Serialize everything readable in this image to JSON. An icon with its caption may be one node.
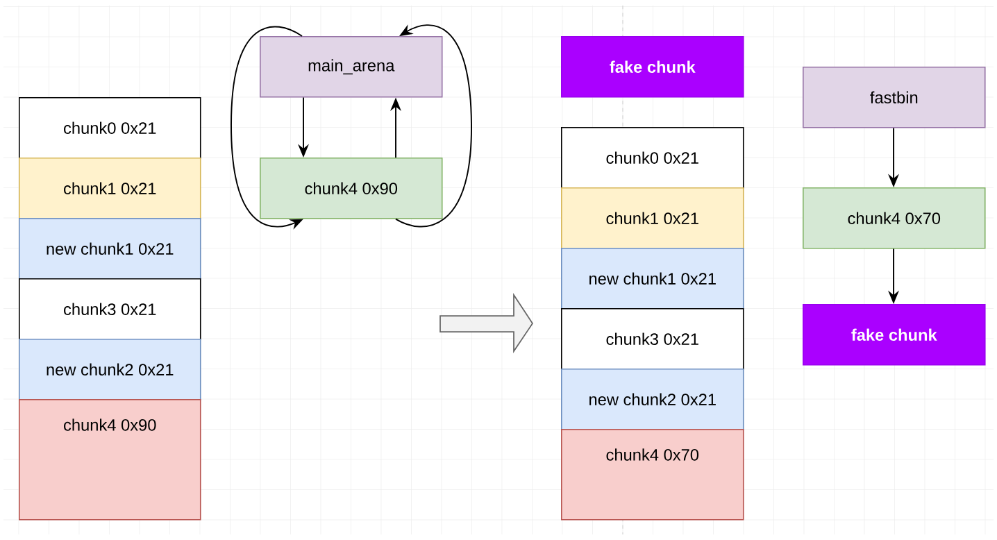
{
  "diagram": {
    "nodes": [
      {
        "text": [
          "chunk0 0x21"
        ]
      },
      {
        "text": [
          "chunk1 0x21"
        ]
      },
      {
        "text": [
          "new chunk1 0x21"
        ]
      },
      {
        "text": [
          "chunk3 0x21"
        ]
      },
      {
        "text": [
          "new chunk2 0x21"
        ]
      },
      {
        "text": [
          "chunk4 0x90"
        ]
      },
      {
        "text": [
          "main_arena"
        ]
      },
      {
        "text": [
          "chunk4 0x90"
        ]
      },
      {
        "text": [
          "fake chunk"
        ]
      },
      {
        "text": [
          "chunk0 0x21"
        ]
      },
      {
        "text": [
          "chunk1 0x21"
        ]
      },
      {
        "text": [
          "new chunk1 0x21"
        ]
      },
      {
        "text": [
          "chunk3 0x21"
        ]
      },
      {
        "text": [
          "new chunk2 0x21"
        ]
      },
      {
        "text": [
          "chunk4 0x70"
        ]
      },
      {
        "text": [
          "fastbin"
        ]
      },
      {
        "text": [
          "chunk4 0x70"
        ]
      },
      {
        "text": [
          "fake chunk"
        ]
      }
    ],
    "edges": [
      {
        "from": 6,
        "to": 7,
        "arrow": "to"
      },
      {
        "from": 7,
        "to": 6,
        "arrow": "to"
      },
      {
        "from": 6,
        "to": 7,
        "arrow": "to"
      },
      {
        "from": 7,
        "to": 6,
        "arrow": "to"
      },
      {
        "from": 15,
        "to": 16,
        "arrow": "to"
      },
      {
        "from": 16,
        "to": 17,
        "arrow": "to"
      }
    ]
  }
}
